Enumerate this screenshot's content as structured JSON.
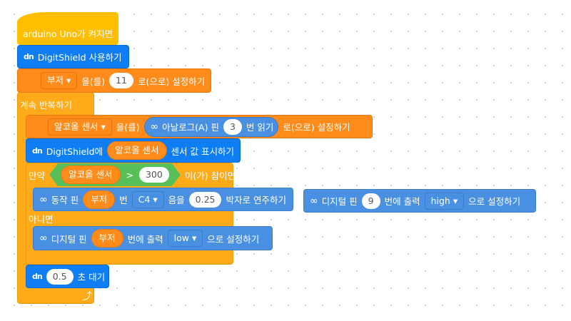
{
  "hat": {
    "label": "arduino Uno가 켜지면"
  },
  "use_shield": {
    "label": "DigitShield 사용하기"
  },
  "set_buzzer": {
    "var": "부저",
    "obj": "을(를)",
    "value": "11",
    "suffix": "로(으로) 설정하기"
  },
  "forever": {
    "label": "계속 반복하기"
  },
  "set_sensor": {
    "var": "알코올 센서",
    "obj": "을(를)",
    "reporter_prefix": "아날로그(A) 핀",
    "pin": "3",
    "reporter_suffix": "번 읽기",
    "suffix": "로(으로) 설정하기"
  },
  "display": {
    "prefix": "DigitShield에",
    "var": "알코올 센서",
    "suffix": "센서 값 표시하기"
  },
  "if_else": {
    "if_label": "만약",
    "var": "알코올 센서",
    "op": ">",
    "value": "300",
    "then": "이(가) 참이면",
    "else_label": "아니면"
  },
  "play_note": {
    "prefix": "동작 핀",
    "pin": "부저",
    "pin_suffix": "번",
    "note": "C4",
    "note_suffix": "음을",
    "beats": "0.25",
    "suffix": "박자로 연주하기"
  },
  "digital_low": {
    "prefix": "디지털 핀",
    "pin": "부저",
    "mid": "번에 출력",
    "value": "low",
    "suffix": "으로 설정하기"
  },
  "wait": {
    "value": "0.5",
    "suffix": "초 대기"
  },
  "digital_high": {
    "prefix": "디지털 핀",
    "pin": "9",
    "mid": "번에 출력",
    "value": "high",
    "suffix": "으로 설정하기"
  },
  "icons": {
    "shield": "dn",
    "arduino": "∞"
  }
}
